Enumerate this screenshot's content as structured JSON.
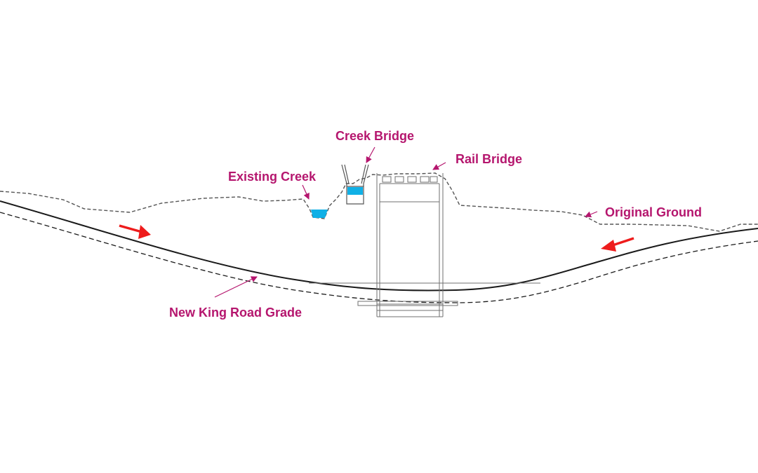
{
  "colors": {
    "label": "#b5166e",
    "line": "#1a1a1a",
    "ground": "#555555",
    "structure": "#6f6f6f",
    "water": "#10b0e6",
    "arrow": "#ee1c1c"
  },
  "labels": {
    "creek_bridge": "Creek Bridge",
    "rail_bridge": "Rail Bridge",
    "existing_creek": "Existing Creek",
    "original_ground": "Original Ground",
    "new_king_road_grade": "New King Road Grade"
  }
}
